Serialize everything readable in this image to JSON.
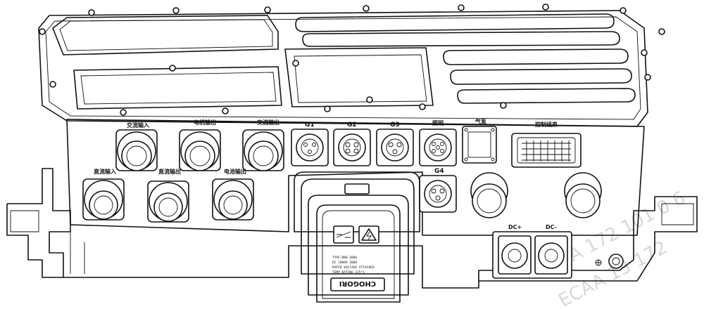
{
  "labels": {
    "cable_top_1": "交流输入",
    "cable_top_2": "电机输出",
    "cable_top_3": "交流输出",
    "cable_bot_1": "直流输入",
    "cable_bot_2": "直流输出",
    "cable_bot_3": "电池输出",
    "g1": "G1",
    "g2": "G2",
    "g3": "G3",
    "lights": "照明",
    "aux": "气泵",
    "ctrl": "控制线束",
    "g4": "G4",
    "dc_plus": "DC+",
    "dc_minus": "DC-"
  },
  "plug": {
    "brand": "CHOGORI",
    "line1": "TYPE:DB6-200A",
    "line2": "DC 1000V  200A",
    "line3": "RATED VOLTAGE ATTACHED",
    "line4": "TEMP.RATING 125°C"
  },
  "watermark": {
    "line1": "ECAA 172 101 0 6",
    "line2": "ECAA 13 172"
  }
}
